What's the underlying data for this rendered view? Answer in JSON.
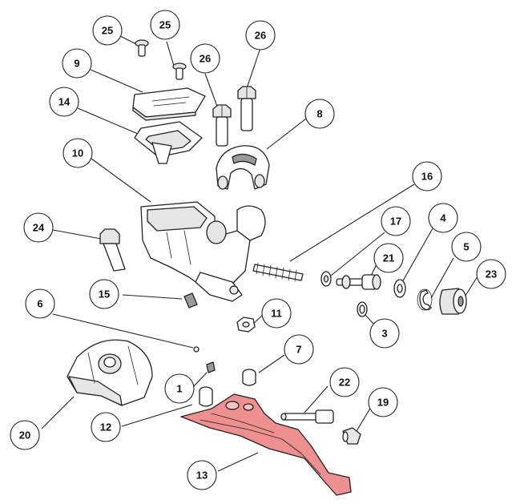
{
  "diagram": {
    "highlight_color": "#ef9090",
    "callouts": [
      {
        "id": "c25a",
        "label": "25"
      },
      {
        "id": "c25b",
        "label": "25"
      },
      {
        "id": "c26a",
        "label": "26"
      },
      {
        "id": "c26b",
        "label": "26"
      },
      {
        "id": "c9",
        "label": "9"
      },
      {
        "id": "c14",
        "label": "14"
      },
      {
        "id": "c8",
        "label": "8"
      },
      {
        "id": "c10",
        "label": "10"
      },
      {
        "id": "c16",
        "label": "16"
      },
      {
        "id": "c24",
        "label": "24"
      },
      {
        "id": "c17",
        "label": "17"
      },
      {
        "id": "c4",
        "label": "4"
      },
      {
        "id": "c5",
        "label": "5"
      },
      {
        "id": "c21",
        "label": "21"
      },
      {
        "id": "c23",
        "label": "23"
      },
      {
        "id": "c15",
        "label": "15"
      },
      {
        "id": "c6",
        "label": "6"
      },
      {
        "id": "c11",
        "label": "11"
      },
      {
        "id": "c3",
        "label": "3"
      },
      {
        "id": "c7",
        "label": "7"
      },
      {
        "id": "c1",
        "label": "1"
      },
      {
        "id": "c22",
        "label": "22"
      },
      {
        "id": "c19",
        "label": "19"
      },
      {
        "id": "c20",
        "label": "20"
      },
      {
        "id": "c12",
        "label": "12"
      },
      {
        "id": "c13",
        "label": "13"
      }
    ]
  }
}
